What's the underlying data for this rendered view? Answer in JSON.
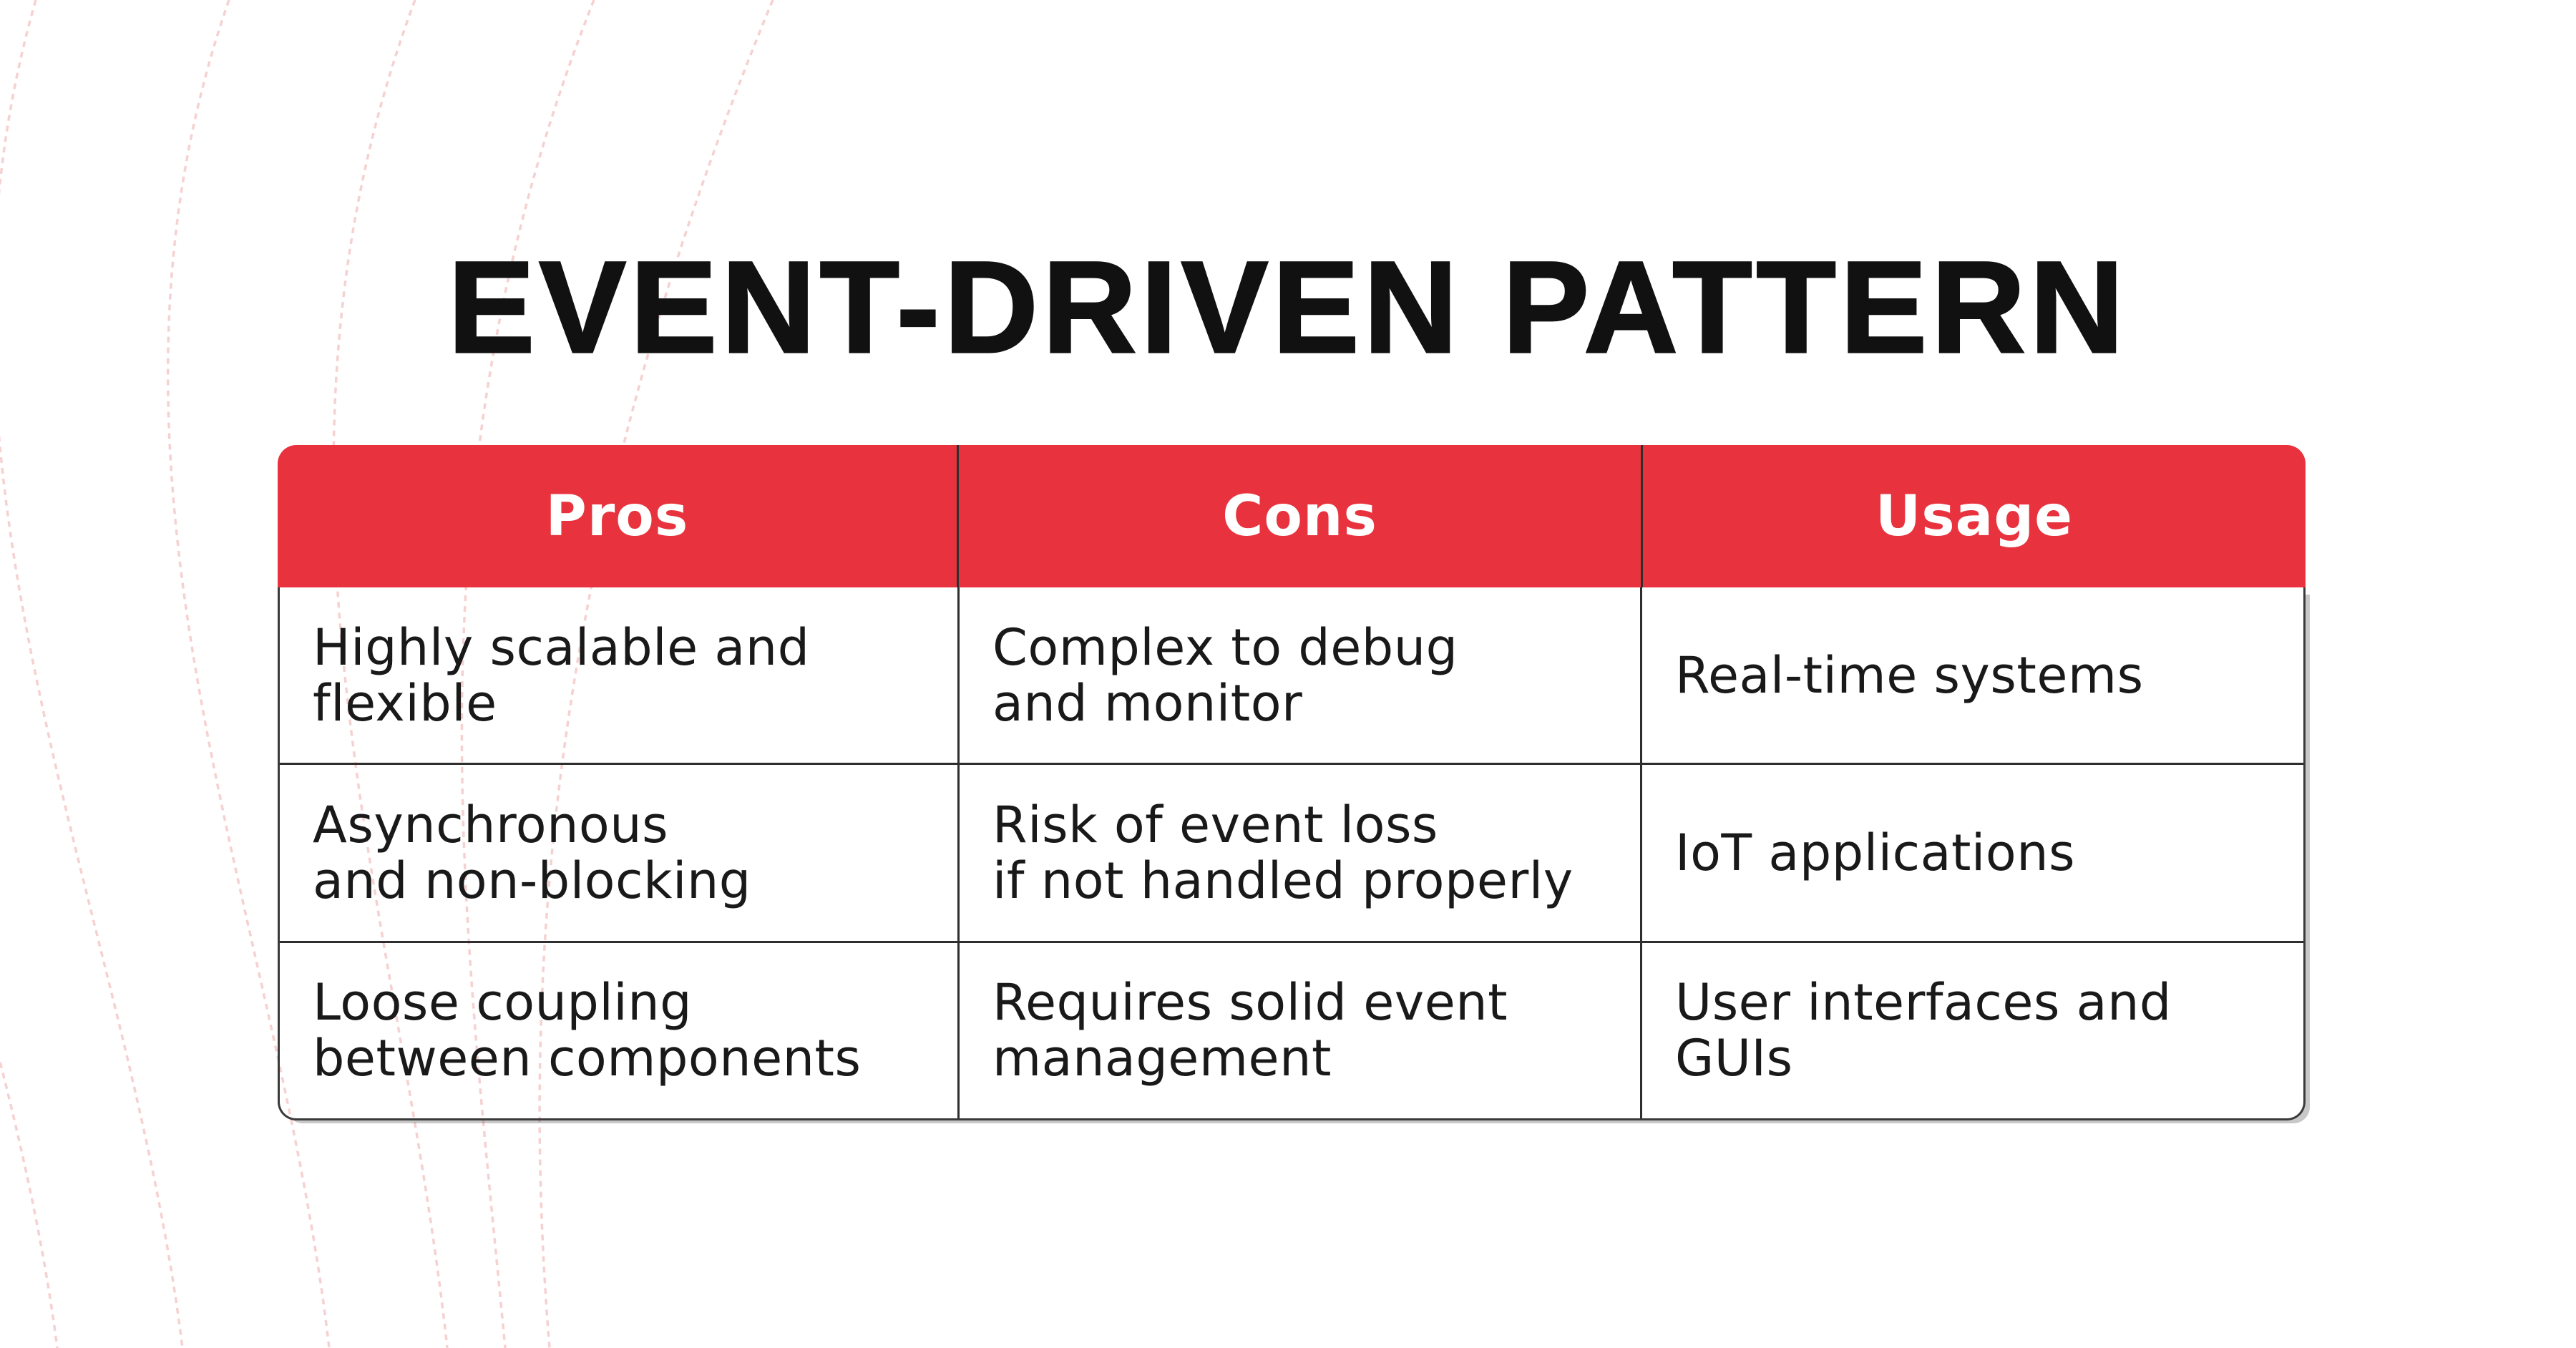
{
  "title": {
    "text": "EVENT-DRIVEN PATTERN",
    "color": "#111111"
  },
  "theme": {
    "background": "#FFFFFF",
    "accent_red": "#E8323E",
    "outer_border": "#3A3A3A",
    "divider": "#2E2E2E",
    "header_text": "#FFFFFF",
    "body_text": "#191919",
    "decor_arc_pink": "#F5C9C9"
  },
  "decor": {
    "arcs": "faint dashed pink concentric arc strands on left side"
  },
  "table": {
    "columns": [
      "Pros",
      "Cons",
      "Usage"
    ],
    "rows": [
      [
        "Highly scalable and flexible",
        "Complex to debug\nand monitor",
        "Real-time systems"
      ],
      [
        "Asynchronous\nand non-blocking",
        "Risk of event loss\nif not handled properly",
        "IoT applications"
      ],
      [
        "Loose coupling\nbetween components",
        "Requires solid event\nmanagement",
        "User interfaces and GUIs"
      ]
    ]
  }
}
